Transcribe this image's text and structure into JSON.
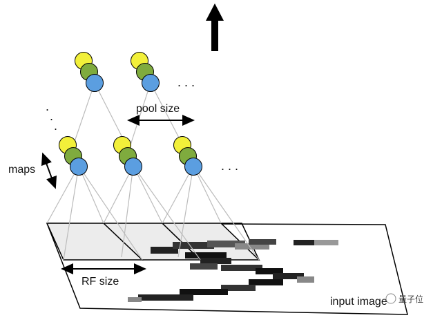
{
  "labels": {
    "pool_size": "pool size",
    "maps": "maps",
    "rf_size": "RF size",
    "input_image": "input image",
    "watermark": "量子位"
  },
  "ellipsis": {
    "top_right": ". . .",
    "mid_right": ". . .",
    "left_vertical": "."
  },
  "colors": {
    "feature_map_1": "#f2f03a",
    "feature_map_2": "#7fab3e",
    "feature_map_3": "#5b9ee0",
    "connection_line": "#bbbbbb",
    "input_plane_fill": "#ffffff",
    "receptive_field_fill": "#e8e8e8",
    "stroke": "#000000"
  },
  "icons": {
    "output_arrow": "arrow-up-icon",
    "watermark_logo": "chat-bubble-icon"
  }
}
